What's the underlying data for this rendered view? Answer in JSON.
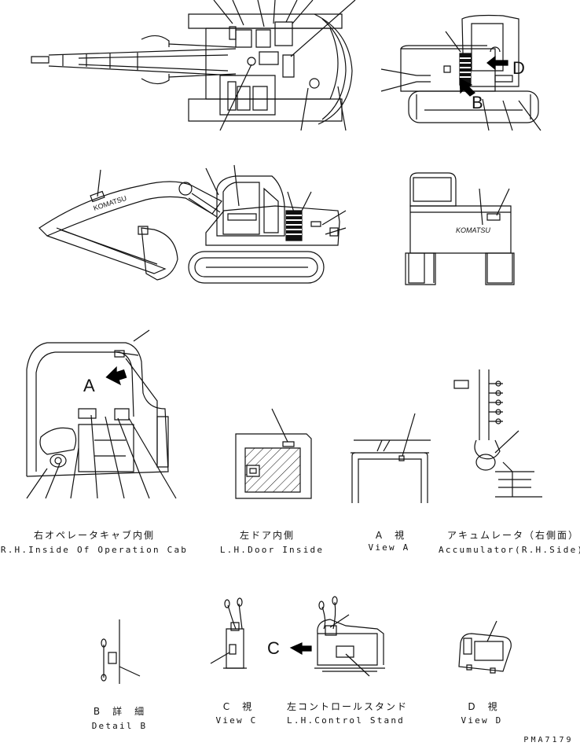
{
  "letters": {
    "a": "A",
    "b": "B",
    "c": "C",
    "d": "D"
  },
  "brand": "KOMATSU",
  "captions": [
    {
      "id": "rh-cab",
      "jp": "右オペレータキャブ内側",
      "en": "R.H.Inside Of Operation Cab"
    },
    {
      "id": "lh-door",
      "jp": "左ドア内側",
      "en": "L.H.Door Inside"
    },
    {
      "id": "view-a",
      "jp": "A　視",
      "en": "View A"
    },
    {
      "id": "accumulator",
      "jp": "アキュムレータ（右側面）",
      "en": "Accumulator(R.H.Side)"
    },
    {
      "id": "detail-b",
      "jp": "B　詳　細",
      "en": "Detail B"
    },
    {
      "id": "view-c",
      "jp": "C　視",
      "en": "View C"
    },
    {
      "id": "lh-stand",
      "jp": "左コントロールスタンド",
      "en": "L.H.Control Stand"
    },
    {
      "id": "view-d",
      "jp": "D　視",
      "en": "View D"
    }
  ],
  "drawing_code": "PMA7179",
  "colors": {
    "line": "#111111",
    "paper": "#ffffff",
    "arrow_fill": "#000000"
  }
}
